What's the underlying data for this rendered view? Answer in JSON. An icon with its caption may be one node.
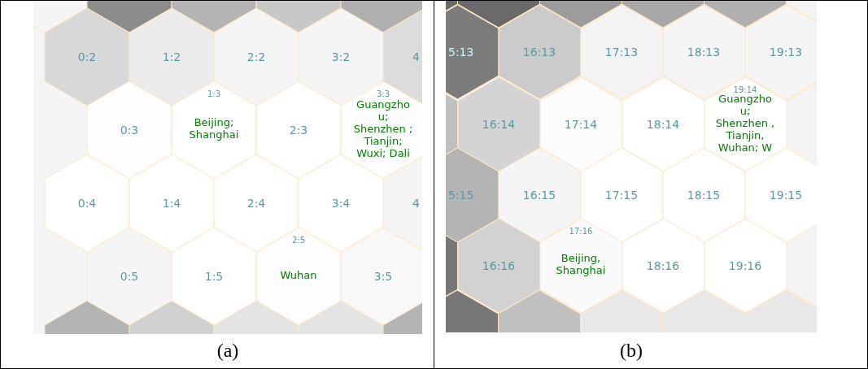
{
  "diagram": {
    "nodes": [
      {
        "text": [
          "0:2"
        ]
      },
      {
        "text": [
          "1:2"
        ]
      },
      {
        "text": [
          "2:2"
        ]
      },
      {
        "text": [
          "3:2"
        ]
      },
      {
        "text": [
          "4"
        ]
      },
      {
        "text": [
          "0:3"
        ]
      },
      {
        "text": [
          "1:3",
          "Beijing; Shanghai"
        ]
      },
      {
        "text": [
          "2:3"
        ]
      },
      {
        "text": [
          "3:3",
          "Guangzho u; Shenzhen ; Tianjin; Wuxi; Dali"
        ]
      },
      {
        "text": [
          "0:4"
        ]
      },
      {
        "text": [
          "1:4"
        ]
      },
      {
        "text": [
          "2:4"
        ]
      },
      {
        "text": [
          "3:4"
        ]
      },
      {
        "text": [
          "4"
        ]
      },
      {
        "text": [
          "0:5"
        ]
      },
      {
        "text": [
          "1:5"
        ]
      },
      {
        "text": [
          "2:5",
          "Wuhan"
        ]
      },
      {
        "text": [
          "3:5"
        ]
      },
      {
        "text": [
          "5:13"
        ]
      },
      {
        "text": [
          "16:13"
        ]
      },
      {
        "text": [
          "17:13"
        ]
      },
      {
        "text": [
          "18:13"
        ]
      },
      {
        "text": [
          "19:13"
        ]
      },
      {
        "text": [
          "16:14"
        ]
      },
      {
        "text": [
          "17:14"
        ]
      },
      {
        "text": [
          "18:14"
        ]
      },
      {
        "text": [
          "19:14",
          "Guangzho u; Shenzhen , Tianjin, Wuhan; W"
        ]
      },
      {
        "text": [
          "5:15"
        ]
      },
      {
        "text": [
          "16:15"
        ]
      },
      {
        "text": [
          "17:15"
        ]
      },
      {
        "text": [
          "18:15"
        ]
      },
      {
        "text": [
          "19:15"
        ]
      },
      {
        "text": [
          "16:16"
        ]
      },
      {
        "text": [
          "17:16",
          "Beijing, Shanghai"
        ]
      },
      {
        "text": [
          "18:16"
        ]
      },
      {
        "text": [
          "19:16"
        ]
      }
    ],
    "edges": [],
    "labels": [
      "(a)",
      "(b)"
    ]
  }
}
